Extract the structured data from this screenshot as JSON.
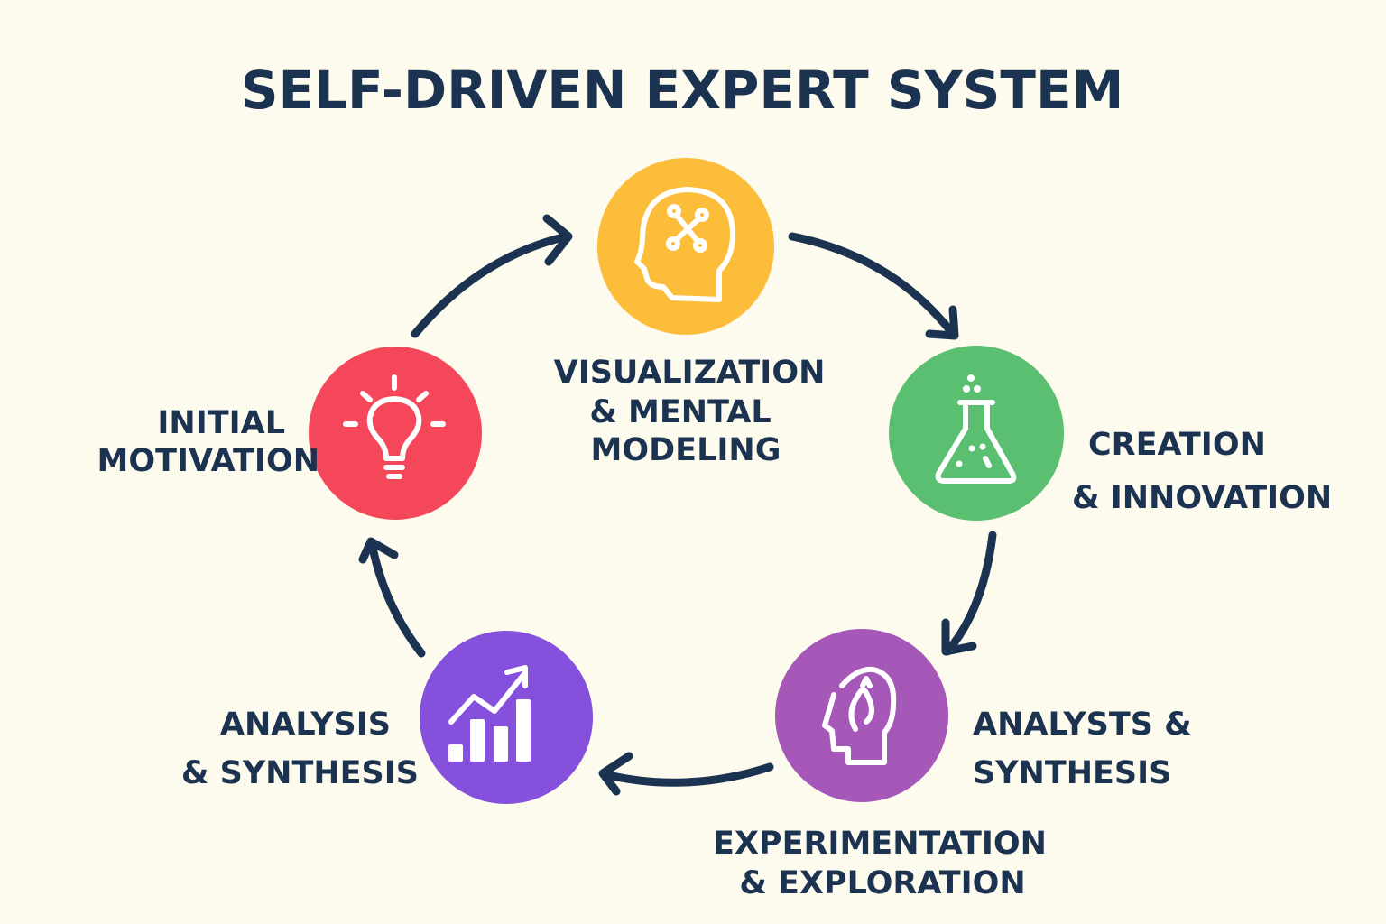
{
  "title": "SELF-DRIVEN EXPERT SYSTEM",
  "colors": {
    "background": "#fdfaee",
    "text": "#1b3350",
    "visualization": "#fbbd3a",
    "creation": "#5bbf72",
    "experimentation": "#a558b8",
    "analysis": "#8550dc",
    "motivation": "#f5475a"
  },
  "stages": [
    {
      "icon": "head-network-icon",
      "lines": [
        "VISUALIZATION",
        "& MENTAL",
        "MODELING"
      ]
    },
    {
      "icon": "flask-icon",
      "lines": [
        "CREATION",
        "& INNOVATION"
      ]
    },
    {
      "icon": "head-insight-icon",
      "lines": [
        "ANALYSTS  &",
        "SYNTHESIS"
      ],
      "sub_lines": [
        "EXPERIMENTATION",
        "& EXPLORATION"
      ]
    },
    {
      "icon": "bar-chart-icon",
      "lines": [
        "ANALYSIS",
        "& SYNTHESIS"
      ]
    },
    {
      "icon": "lightbulb-icon",
      "lines": [
        "INITIAL",
        "MOTIVATION"
      ]
    }
  ]
}
